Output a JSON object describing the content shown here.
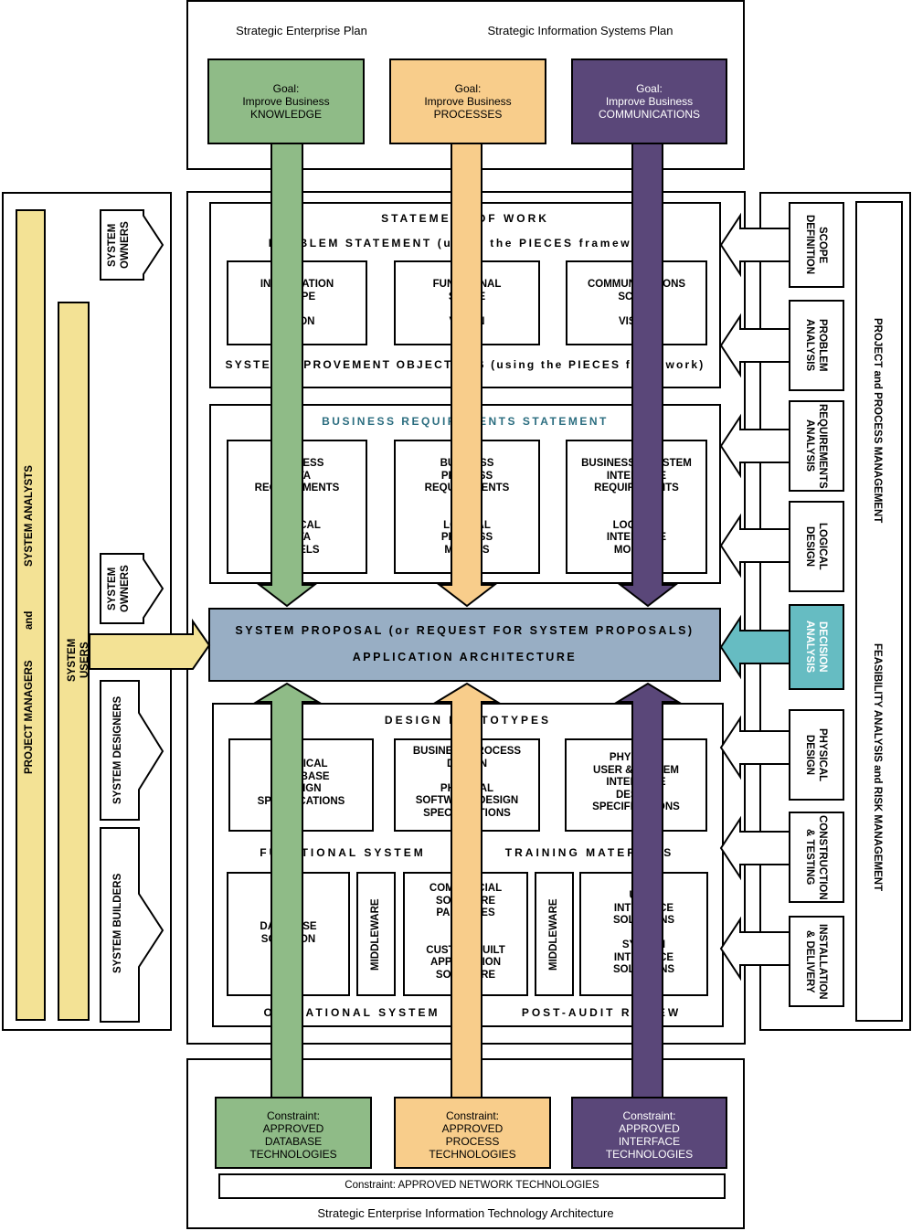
{
  "colors": {
    "green": "#8fbb87",
    "orange": "#f8cd8b",
    "purple": "#5a4779",
    "yellow": "#f3e295",
    "blue": "#98aec4",
    "teal": "#66bcc2",
    "teal_heading": "#2c6e80"
  },
  "top": {
    "plan_left": "Strategic Enterprise Plan",
    "plan_right": "Strategic Information Systems Plan",
    "goals": [
      "Goal:\nImprove Business\nKNOWLEDGE",
      "Goal:\nImprove Business\nPROCESSES",
      "Goal:\nImprove Business\nCOMMUNICATIONS"
    ]
  },
  "left": {
    "project_managers": "PROJECT MANAGERS",
    "and": "and",
    "system_analysts": "SYSTEM ANALYSTS",
    "system_users": "SYSTEM USERS",
    "system_owners_1": "SYSTEM\nOWNERS",
    "system_owners_2": "SYSTEM\nOWNERS",
    "system_designers": "SYSTEM DESIGNERS",
    "system_builders": "SYSTEM BUILDERS"
  },
  "scope": {
    "statement_of_work": "STATEMENT OF WORK",
    "problem_statement": "PROBLEM STATEMENT (using the PIECES framework)",
    "boxes": [
      "INFORMATION\nSCOPE\n\nVISION",
      "FUNCTIONAL\nSCOPE\n\nVISION",
      "COMMUNICATIONS\nSCOPE\n&\nVISION"
    ],
    "objectives": "SYSTEM IMPROVEMENT OBJECTIVES (using the PIECES framework)"
  },
  "requirements": {
    "heading": "BUSINESS REQUIREMENTS STATEMENT",
    "boxes": [
      "BUSINESS\nDATA\nREQUIREMENTS\n\n\nLOGICAL\nDATA\nMODELS",
      "BUSINESS\nPROCESS\nREQUIREMENTS\n\n\nLOGICAL\nPROCESS\nMODELS",
      "BUSINESS & SYSTEM\nINTERFACE\nREQUIREMENTS\n\n\nLOGICAL\nINTERFACE\nMODELS"
    ]
  },
  "proposal": {
    "line1": "SYSTEM PROPOSAL  (or  REQUEST FOR SYSTEM PROPOSALS)",
    "line2": "APPLICATION ARCHITECTURE"
  },
  "design": {
    "heading": "DESIGN PROTOTYPES",
    "boxes": [
      "PHYSICAL\nDATABASE\nDESIGN\nSPECIFICATIONS",
      "BUSINESS PROCESS\nDESIGN\n\nPHYSICAL\nSOFTWARE DESIGN\nSPECIFICATIONS",
      "PHYSICAL\nUSER & SYSTEM\nINTERFACE\nDESIGN\nSPECIFICATIONS"
    ],
    "functional_system": "FUNCTIONAL SYSTEM",
    "training_materials": "TRAINING MATERIALS",
    "database_solution": "DATABASE\nSOLUTION",
    "middleware_1": "MIDDLEWARE",
    "commercial": "COMMERCIAL\nSOFTWARE\nPACKAGES\n\n\nCUSTOM-BUILT\nAPPLICATION\nSOFTWARE",
    "middleware_2": "MIDDLEWARE",
    "user_interface": "USER\nINTERFACE\nSOLUTIONS\n\nSYSTEM\nINTERFACE\nSOLUTIONS",
    "operational_system": "OPERATIONAL SYSTEM",
    "post_audit": "POST-AUDIT REVIEW"
  },
  "right": {
    "phases": [
      "SCOPE\nDEFINITION",
      "PROBLEM\nANALYSIS",
      "REQUIREMENTS\nANALYSIS",
      "LOGICAL\nDESIGN",
      "DECISION\nANALYSIS",
      "PHYSICAL\nDESIGN",
      "CONSTRUCTION\n& TESTING",
      "INSTALLATION\n& DELIVERY"
    ],
    "project_mgmt": "PROJECT and PROCESS MANAGEMENT",
    "feasibility": "FEASIBILITY ANALYSIS and RISK MANAGEMENT"
  },
  "bottom": {
    "constraints": [
      "Constraint:\nAPPROVED\nDATABASE\nTECHNOLOGIES",
      "Constraint:\nAPPROVED\nPROCESS\nTECHNOLOGIES",
      "Constraint:\nAPPROVED\nINTERFACE\nTECHNOLOGIES"
    ],
    "network": "Constraint: APPROVED NETWORK TECHNOLOGIES",
    "architecture": "Strategic Enterprise Information Technology Architecture"
  }
}
